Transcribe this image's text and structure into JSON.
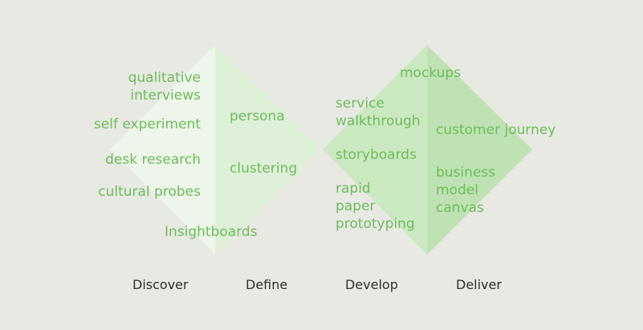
{
  "phases": [
    "Discover",
    "Define",
    "Develop",
    "Deliver"
  ],
  "labels": {
    "qualitative_interviews": "qualitative\ninterviews",
    "self_experiment": "self experiment",
    "desk_research": "desk research",
    "cultural_probes": "cultural probes",
    "persona": "persona",
    "clustering": "clustering",
    "insightboards": "Insightboards",
    "mockups": "mockups",
    "service_walkthrough": "service\nwalkthrough",
    "storyboards": "storyboards",
    "rapid_paper_prototyping": "rapid\npaper\nprototyping",
    "customer_journey": "customer journey",
    "business_model_canvas": "business\nmodel\ncanvas"
  },
  "colors": {
    "background": "#e9e9e4",
    "discover_half": "#eef5ea",
    "define_half": "#dff0d9",
    "develop_half": "#cbe9c1",
    "deliver_half": "#bfe2b4",
    "label_text": "#6cbd5a",
    "phase_text": "#2e2e2e"
  }
}
